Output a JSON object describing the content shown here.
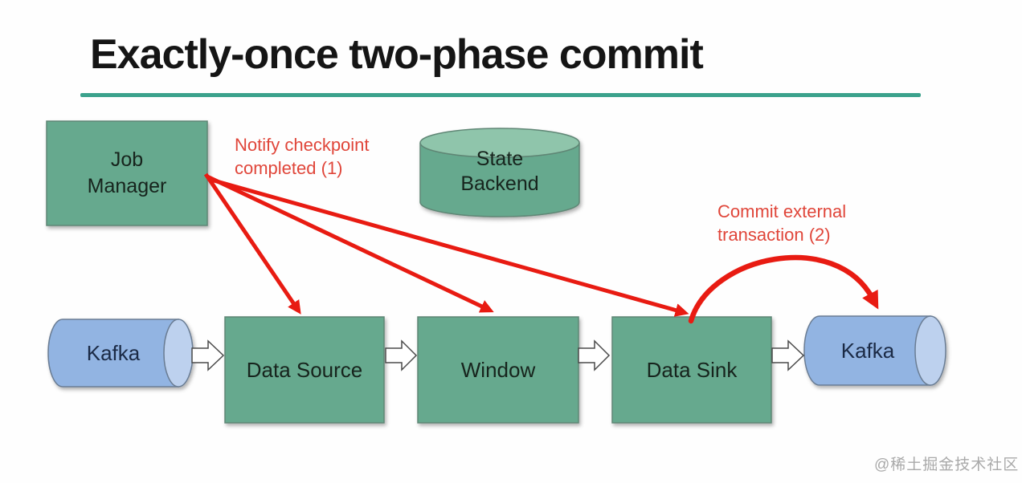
{
  "title": "Exactly-once two-phase commit",
  "theme": {
    "background": "#fefefe",
    "title_color": "#151515",
    "underline_color": "#3ba28c",
    "node_green": "#66a98e",
    "node_green_top": "#8fc5ab",
    "node_border": "#5f8674",
    "node_text": "#17241d",
    "kafka_blue": "#92b4e2",
    "kafka_blue_cap": "#bdd1ee",
    "kafka_border": "#6b7d94",
    "arrow_red": "#e81b12",
    "annotation_red": "#e0463a",
    "flow_arrow_fill": "#ffffff",
    "flow_arrow_stroke": "#4a4a4a",
    "watermark_color": "#a9a9a9"
  },
  "nodes": {
    "job_manager": "Job\nManager",
    "state_backend": "State\nBackend",
    "kafka_left": "Kafka",
    "data_source": "Data Source",
    "window": "Window",
    "data_sink": "Data Sink",
    "kafka_right": "Kafka"
  },
  "annotations": {
    "notify_checkpoint": "Notify checkpoint\ncompleted (1)",
    "commit_external": "Commit external\ntransaction (2)"
  },
  "watermark": "@稀土掘金技术社区"
}
